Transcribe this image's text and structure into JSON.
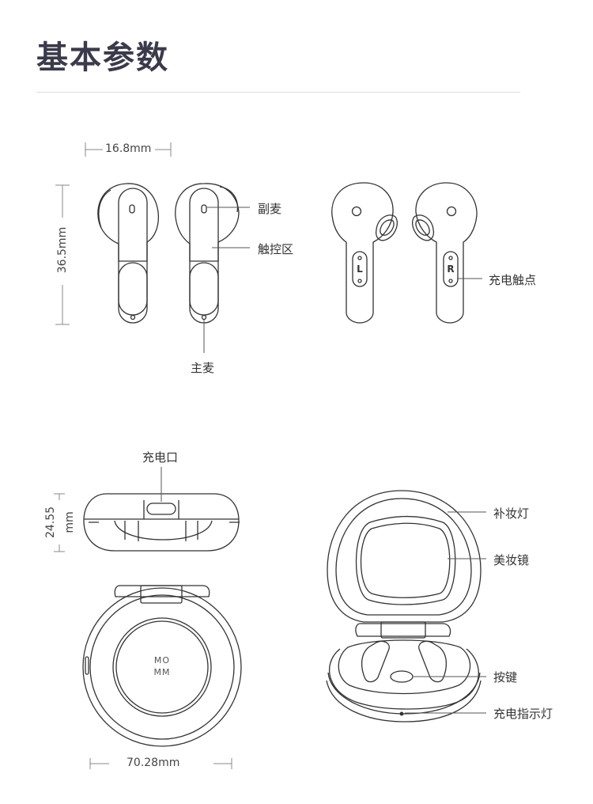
{
  "heading": "基本参数",
  "earbuds": {
    "width_dim": "16.8mm",
    "height_dim": "36.5mm",
    "callouts": {
      "secondary_mic": "副麦",
      "touch_area": "触控区",
      "main_mic": "主麦",
      "charging_contacts": "充电触点"
    },
    "left_mark": "L",
    "right_mark": "R"
  },
  "case": {
    "charging_port": "充电口",
    "height_dim_value": "24.55",
    "height_dim_unit": "mm",
    "width_dim": "70.28mm",
    "logo_top": "MO",
    "logo_bottom": "MM",
    "callouts": {
      "makeup_light": "补妆灯",
      "makeup_mirror": "美妆镜",
      "button": "按键",
      "charge_indicator": "充电指示灯"
    }
  }
}
